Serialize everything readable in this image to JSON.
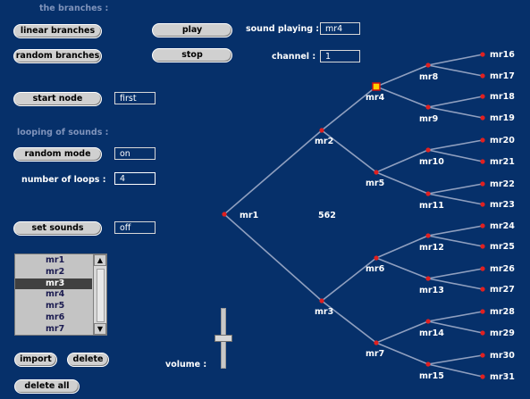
{
  "branches": {
    "title": "the branches :",
    "linear_label": "linear branches",
    "random_label": "random branches",
    "play_label": "play",
    "stop_label": "stop"
  },
  "status": {
    "sound_playing_label": "sound playing :",
    "sound_playing_value": "mr4",
    "channel_label": "channel :",
    "channel_value": "1"
  },
  "start_node": {
    "label": "start node",
    "value": "first"
  },
  "looping": {
    "title": "looping of sounds :",
    "random_mode_label": "random mode",
    "random_mode_value": "on",
    "loops_label": "number of loops :",
    "loops_value": "4"
  },
  "set_sounds": {
    "label": "set sounds",
    "value": "off"
  },
  "sound_list": {
    "items": [
      "mr1",
      "mr2",
      "mr3",
      "mr4",
      "mr5",
      "mr6",
      "mr7"
    ],
    "selected_index": 2
  },
  "actions": {
    "import_label": "import",
    "delete_label": "delete",
    "delete_all_label": "delete all"
  },
  "volume": {
    "label": "volume :",
    "level": 0.5
  },
  "tree": {
    "center_value": "562",
    "active_node": "mr4",
    "node_labels": [
      "mr1",
      "mr2",
      "mr3",
      "mr4",
      "mr5",
      "mr6",
      "mr7",
      "mr8",
      "mr9",
      "mr10",
      "mr11",
      "mr12",
      "mr13",
      "mr14",
      "mr15",
      "mr16",
      "mr17",
      "mr18",
      "mr19",
      "mr20",
      "mr21",
      "mr22",
      "mr23",
      "mr24",
      "mr25",
      "mr26",
      "mr27",
      "mr28",
      "mr29",
      "mr30",
      "mr31"
    ],
    "colors": {
      "line": "#8f9fbf",
      "node": "#e02020",
      "active_fill": "#ffd000",
      "active_border": "#d01010"
    }
  }
}
